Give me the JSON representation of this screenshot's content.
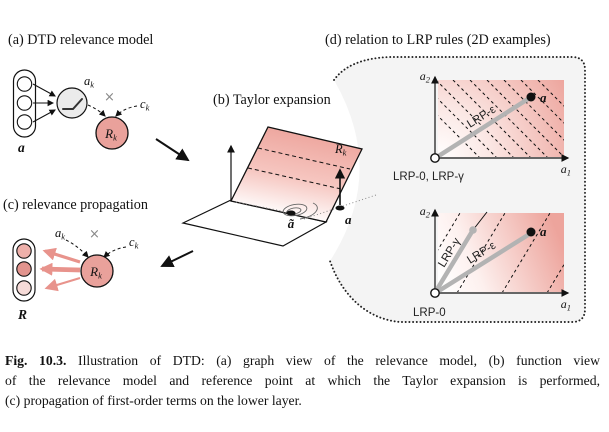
{
  "panels": {
    "a": {
      "title": "(a) DTD relevance model",
      "input_label": "a",
      "ak": {
        "main": "a",
        "sub": "k"
      },
      "ck": {
        "main": "c",
        "sub": "k"
      },
      "rk": {
        "main": "R",
        "sub": "k"
      },
      "times": "×"
    },
    "b": {
      "title": "(b) Taylor expansion",
      "rk": {
        "main": "R",
        "sub": "k"
      },
      "ref_label": "ã",
      "point_label": "a"
    },
    "c": {
      "title": "(c) relevance propagation",
      "ak": {
        "main": "a",
        "sub": "k"
      },
      "ck": {
        "main": "c",
        "sub": "k"
      },
      "rk": {
        "main": "R",
        "sub": "k"
      },
      "times": "×",
      "output_label": "R"
    },
    "d": {
      "title": "(d) relation to LRP rules (2D examples)",
      "top": {
        "ylabel": {
          "main": "a",
          "sub": "2"
        },
        "xlabel": {
          "main": "a",
          "sub": "1"
        },
        "origin_label": "LRP-0, LRP-γ",
        "eps_label": "LRP-ε",
        "point_label": "a"
      },
      "bottom": {
        "ylabel": {
          "main": "a",
          "sub": "2"
        },
        "xlabel": {
          "main": "a",
          "sub": "1"
        },
        "origin_label": "LRP-0",
        "gamma_label": "LRP-γ",
        "eps_label": "LRP-ε",
        "point_label": "a"
      }
    }
  },
  "caption": {
    "tag": "Fig. 10.3.",
    "line1_rest": "Illustration of DTD: (a) graph view of the relevance model, (b) function view",
    "line2": "of the relevance model and reference point at which the Taylor expansion is performed,",
    "line3": "(c) propagation of first-order terms on the lower layer."
  },
  "colors": {
    "pink_node": "#e9a19b",
    "pink_area": "#eda49c",
    "salmon_arrow": "#e8938c",
    "gray_node": "#ebebeb",
    "gray_rule_line": "#b3b3b3",
    "bubble_fill": "#f4f4f4"
  }
}
